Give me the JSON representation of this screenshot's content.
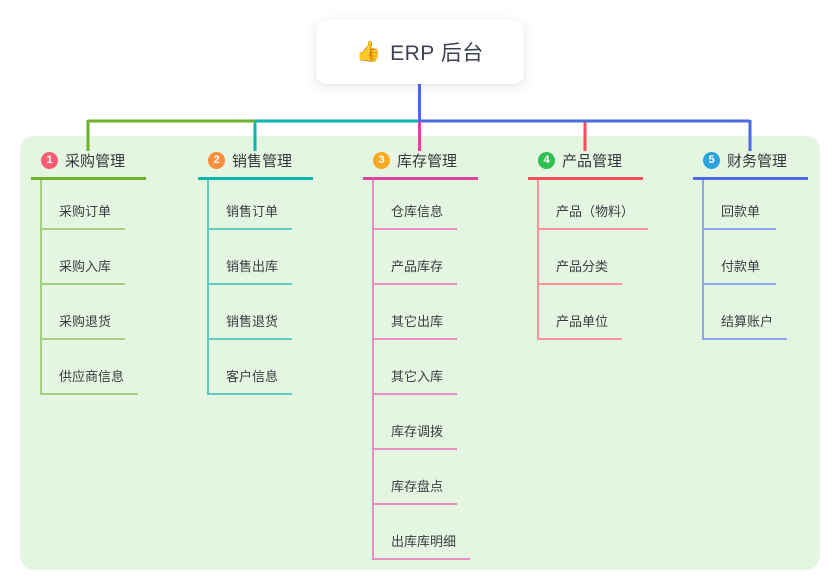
{
  "root": {
    "icon": "👍",
    "label": "ERP 后台"
  },
  "branches": [
    {
      "badge": "1",
      "label": "采购管理",
      "badge_color": "#f85c70",
      "line_color": "#6fb22b",
      "child_line_color": "#a4d07f",
      "children": [
        "采购订单",
        "采购入库",
        "采购退货",
        "供应商信息"
      ]
    },
    {
      "badge": "2",
      "label": "销售管理",
      "badge_color": "#fb8e3c",
      "line_color": "#0db3ad",
      "child_line_color": "#5fc9c3",
      "children": [
        "销售订单",
        "销售出库",
        "销售退货",
        "客户信息"
      ]
    },
    {
      "badge": "3",
      "label": "库存管理",
      "badge_color": "#f9a822",
      "line_color": "#d6479d",
      "child_line_color": "#ea8fc4",
      "children": [
        "仓库信息",
        "产品库存",
        "其它出库",
        "其它入库",
        "库存调拨",
        "库存盘点",
        "出库库明细"
      ]
    },
    {
      "badge": "4",
      "label": "产品管理",
      "badge_color": "#2fbf53",
      "line_color": "#f44d5c",
      "child_line_color": "#f7959c",
      "children": [
        "产品（物料）",
        "产品分类",
        "产品单位"
      ]
    },
    {
      "badge": "5",
      "label": "财务管理",
      "badge_color": "#2ba1e0",
      "line_color": "#4a6ae2",
      "child_line_color": "#90a6ea",
      "children": [
        "回款单",
        "付款单",
        "结算账户"
      ]
    }
  ],
  "colors": {
    "panel_bg": "#e4f5e1",
    "root_connector": "#4c6ae2",
    "title_text": "#35383d",
    "child_text": "#3a3d42"
  }
}
